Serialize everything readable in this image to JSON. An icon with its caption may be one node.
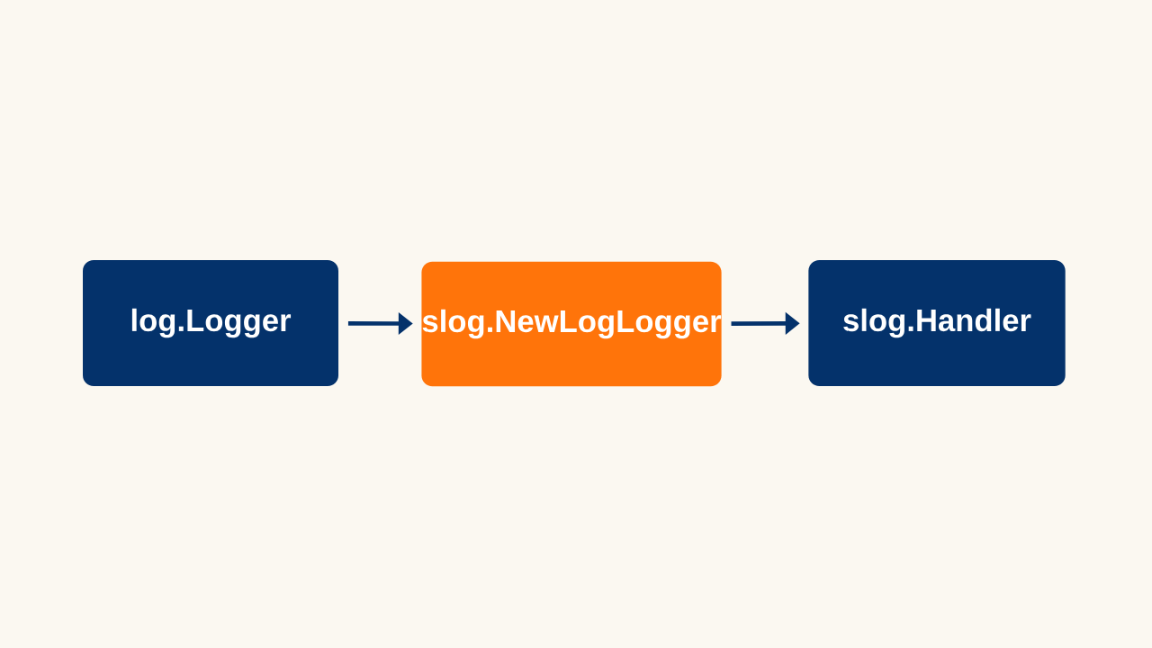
{
  "diagram": {
    "nodes": [
      {
        "text": [
          "log.Logger"
        ]
      },
      {
        "text": [
          "slog.NewLogLogger"
        ]
      },
      {
        "text": [
          "slog.Handler"
        ]
      }
    ],
    "edges": [
      {
        "from": 0,
        "to": 1,
        "arrow": "to"
      },
      {
        "from": 1,
        "to": 2,
        "arrow": "to"
      }
    ]
  }
}
